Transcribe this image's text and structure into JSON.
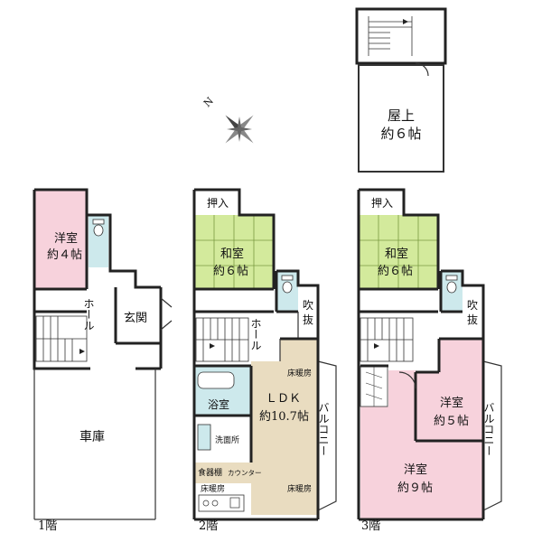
{
  "floors": {
    "f1": "1階",
    "f2": "2階",
    "f3": "3階"
  },
  "rooms": {
    "f1_youshitsu": "洋室",
    "f1_youshitsu_size": "約４帖",
    "f1_hall": "ホール",
    "f1_genkan": "玄関",
    "f1_garage": "車庫",
    "f2_oshiire": "押入",
    "f2_washitsu": "和室",
    "f2_washitsu_size": "約６帖",
    "f2_fukinuke_1": "吹",
    "f2_fukinuke_2": "抜",
    "f2_hall": "ホール",
    "f2_floor_heating_1": "床暖房",
    "f2_ldk": "ＬＤＫ",
    "f2_ldk_size": "約10.7帖",
    "f2_bath": "浴室",
    "f2_washroom": "洗面所",
    "f2_pantry": "食器棚",
    "f2_counter": "カウンター",
    "f2_floor_heating_2": "床暖房",
    "f2_floor_heating_3": "床暖房",
    "f2_balcony": "バルコニー",
    "f3_oshiire": "押入",
    "f3_washitsu": "和室",
    "f3_washitsu_size": "約６帖",
    "f3_fukinuke_1": "吹",
    "f3_fukinuke_2": "抜",
    "f3_youshitsu_a": "洋室",
    "f3_youshitsu_a_size": "約５帖",
    "f3_youshitsu_b": "洋室",
    "f3_youshitsu_b_size": "約９帖",
    "f3_balcony": "バルコニー",
    "roof": "屋上",
    "roof_size": "約６帖"
  },
  "compass": {
    "north_label": "N"
  },
  "colors": {
    "pink": "#f7d2dc",
    "green": "#d3ea9c",
    "tan": "#e9dcc0",
    "cyan": "#cde9ec"
  }
}
